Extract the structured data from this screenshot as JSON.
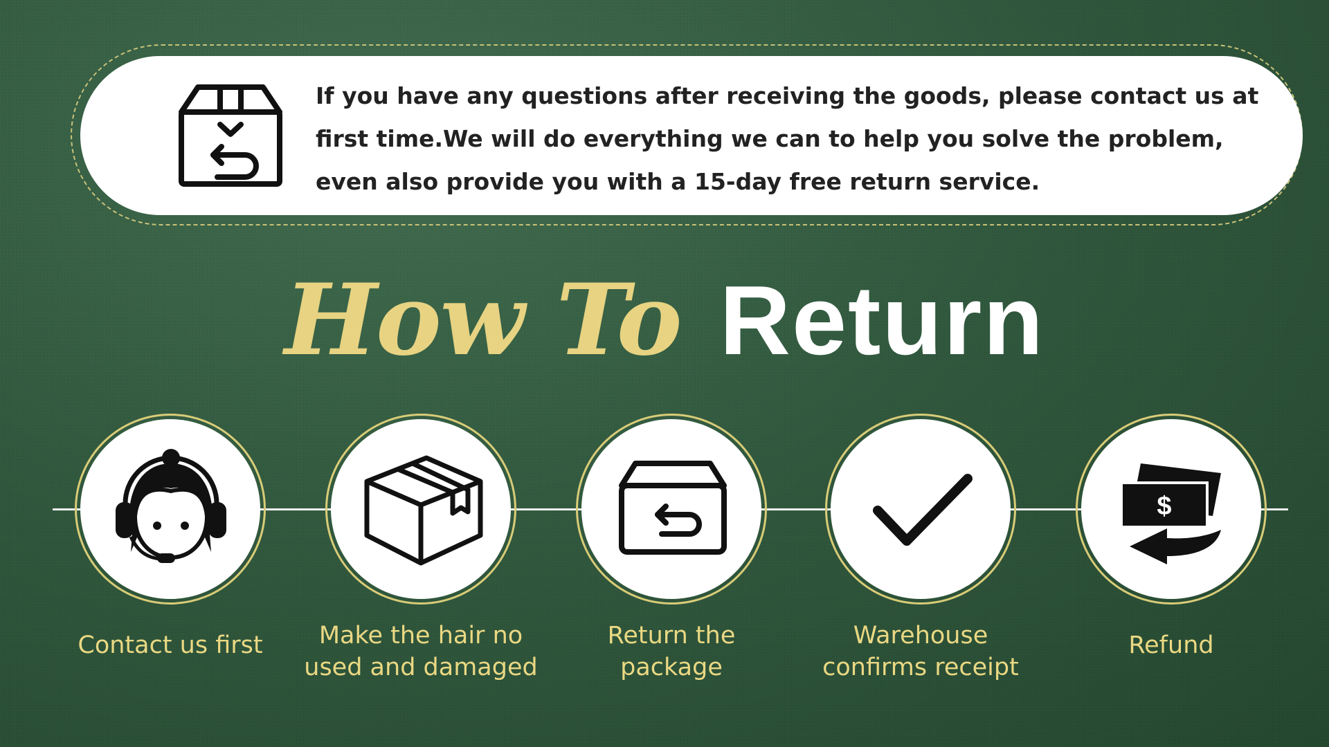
{
  "notice": {
    "icon": "return-box-icon",
    "text": "If you have any questions after receiving the goods, please contact us at first time.We will do everything we can to help you solve the problem, even also provide you with a 15-day free return service."
  },
  "title": {
    "script_part": "How To",
    "main_part": "Return"
  },
  "colors": {
    "background": "#2f573c",
    "accent_gold": "#e7d382",
    "ring": "#d9cc78",
    "white": "#ffffff"
  },
  "steps": [
    {
      "label": "Contact us first",
      "icon": "customer-service-icon"
    },
    {
      "label": "Make the hair no\nused and damaged",
      "icon": "package-box-icon"
    },
    {
      "label": "Return the\npackage",
      "icon": "return-box-icon"
    },
    {
      "label": "Warehouse\nconfirms receipt",
      "icon": "checkmark-icon"
    },
    {
      "label": "Refund",
      "icon": "refund-money-icon"
    }
  ]
}
